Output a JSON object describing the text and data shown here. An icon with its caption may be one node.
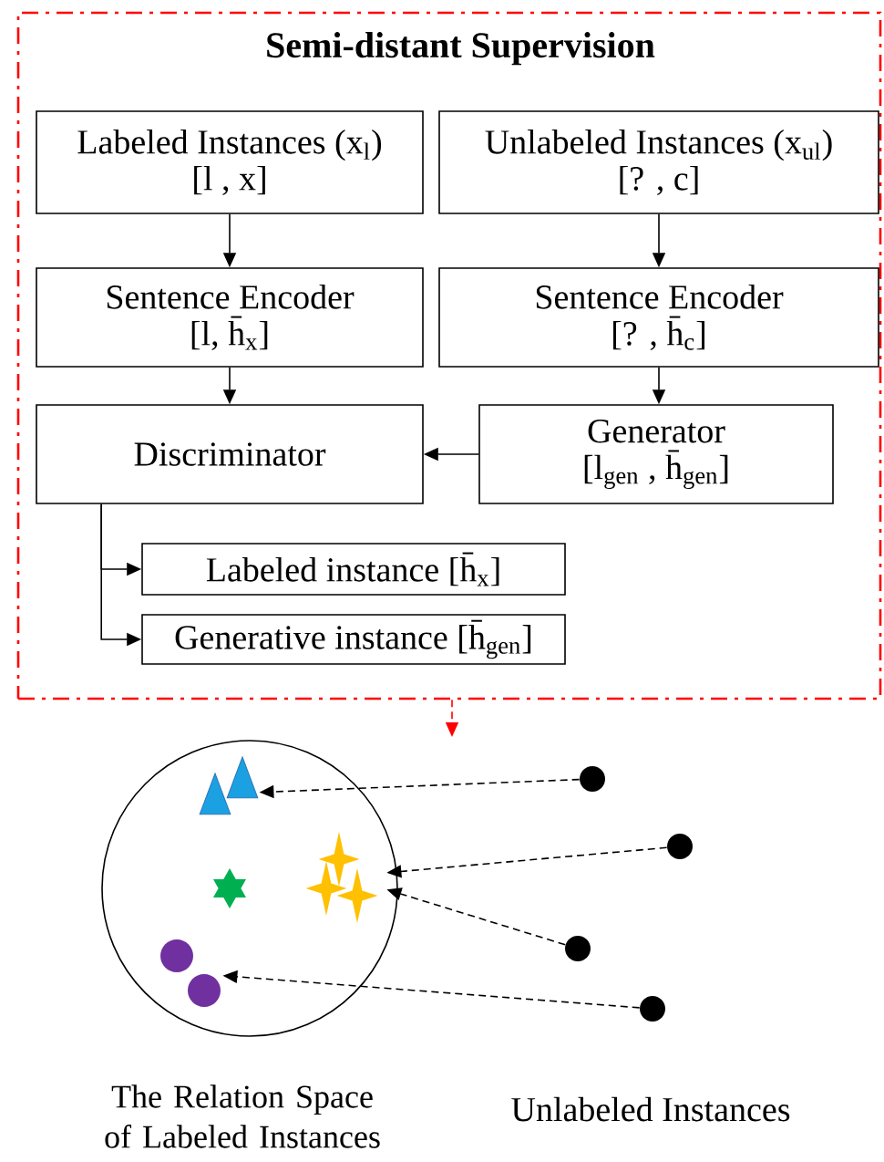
{
  "diagram": {
    "nodes": [
      {
        "text": [
          "Semi-distant Supervision"
        ]
      },
      {
        "text": [
          "Labeled Instances (x$_{l}$)",
          "[l , x]"
        ],
        "in": 0
      },
      {
        "text": [
          "Unlabeled Instances (x$_{ul}$)",
          "[? , c]"
        ],
        "in": 0
      },
      {
        "text": [
          "Sentence Encoder",
          "[l, h̄$_{x}$]"
        ],
        "in": 0
      },
      {
        "text": [
          "Sentence Encoder",
          "[? , h̄$_{c}$]"
        ],
        "in": 0
      },
      {
        "text": [
          "Discriminator"
        ],
        "in": 0
      },
      {
        "text": [
          "Generator",
          "[l$_{gen}$ , h̄$_{gen}$]"
        ],
        "in": 0
      },
      {
        "text": [
          "Labeled instance [h̄$_{x}$]"
        ],
        "in": 0
      },
      {
        "text": [
          "Generative instance [h̄$_{gen}$]"
        ],
        "in": 0
      },
      {
        "text": [],
        "shape": "circle",
        "beside": [
          "The Relation Space of Labeled Instances"
        ]
      },
      {
        "text": [],
        "shape": "triangle",
        "in": 9
      },
      {
        "text": [],
        "shape": "star",
        "in": 9
      },
      {
        "text": [],
        "shape": "circle",
        "in": 9
      },
      {
        "text": [],
        "shape": "circle"
      },
      {
        "text": [],
        "shape": "circle"
      },
      {
        "text": [],
        "shape": "circle"
      },
      {
        "text": [],
        "shape": "circle"
      }
    ],
    "edges": [
      {
        "from": 1,
        "to": 3,
        "arrow": "to"
      },
      {
        "from": 2,
        "to": 4,
        "arrow": "to"
      },
      {
        "from": 3,
        "to": 5,
        "arrow": "to"
      },
      {
        "from": 4,
        "to": 6,
        "arrow": "to"
      },
      {
        "from": 6,
        "to": 5,
        "arrow": "to"
      },
      {
        "from": 5,
        "to": 7,
        "arrow": "to"
      },
      {
        "from": 5,
        "to": 8,
        "arrow": "to"
      },
      {
        "from": 0,
        "to": null,
        "arrow": "to",
        "style": "dashed",
        "color": "#ff0000"
      },
      {
        "from": 13,
        "to": 10,
        "arrow": "to",
        "style": "dashed"
      },
      {
        "from": 14,
        "to": 11,
        "arrow": "to",
        "style": "dashed"
      },
      {
        "from": 15,
        "to": 11,
        "arrow": "to",
        "style": "dashed"
      },
      {
        "from": 16,
        "to": 12,
        "arrow": "to",
        "style": "dashed"
      }
    ],
    "labels": [
      "Unlabeled Instances"
    ]
  }
}
